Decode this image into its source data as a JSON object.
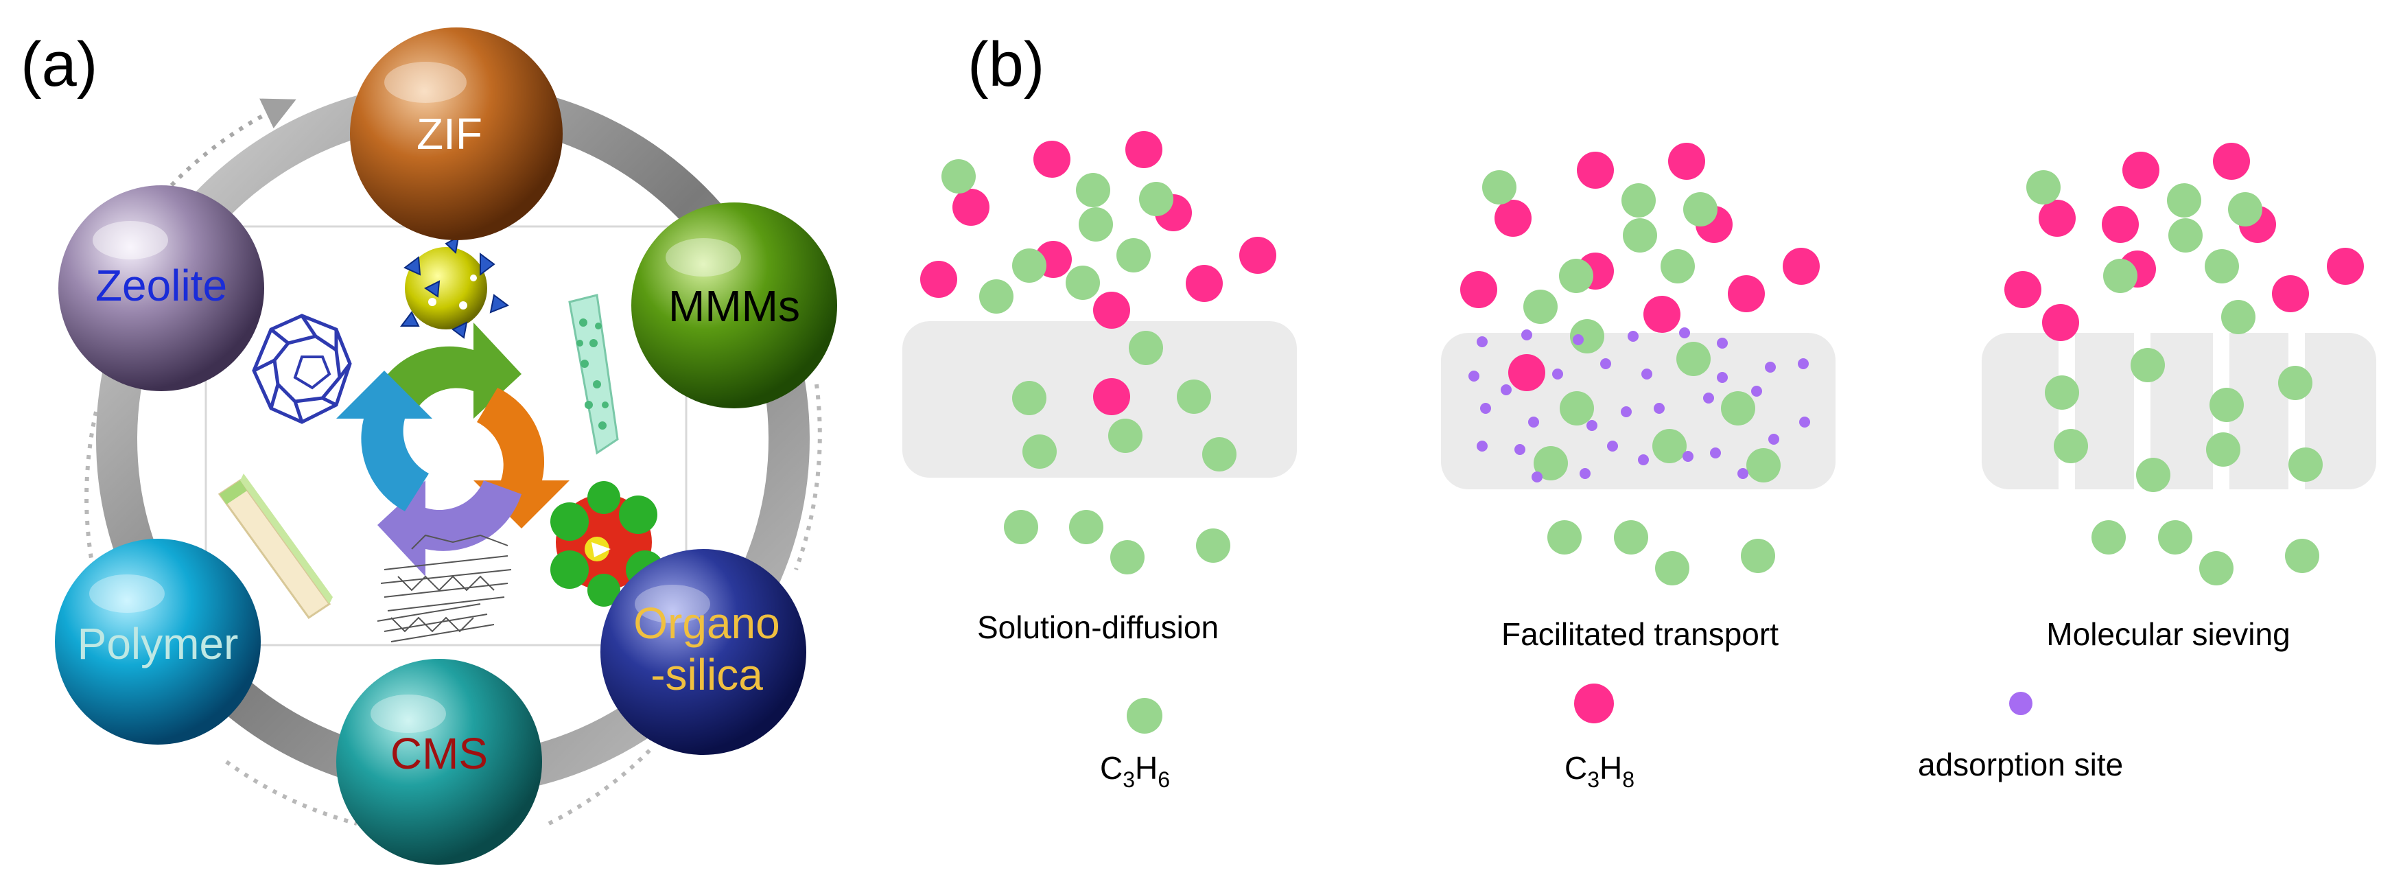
{
  "panel_a": {
    "label": "(a)",
    "spheres": [
      {
        "key": "zif",
        "text": "ZIF",
        "text_color": "#ffffff",
        "color": "#b0601c"
      },
      {
        "key": "mmms",
        "text": "MMMs",
        "text_color": "#000000",
        "color": "#4c8a0a"
      },
      {
        "key": "organosilica",
        "lines": [
          "Organo",
          "-silica"
        ],
        "text_color": "#f0c040",
        "color": "#1e2c82"
      },
      {
        "key": "cms",
        "text": "CMS",
        "text_color": "#a01010",
        "color": "#1c8e8e"
      },
      {
        "key": "polymer",
        "text": "Polymer",
        "text_color": "#bfe8e4",
        "color": "#0ea0c8"
      },
      {
        "key": "zeolite",
        "text": "Zeolite",
        "text_color": "#1a2cd8",
        "color": "#8c7aa0"
      }
    ]
  },
  "panel_b": {
    "label": "(b)",
    "mechanisms": [
      {
        "key": "solution-diffusion",
        "caption": "Solution-diffusion"
      },
      {
        "key": "facilitated-transport",
        "caption": "Facilitated transport"
      },
      {
        "key": "molecular-sieving",
        "caption": "Molecular sieving"
      }
    ],
    "legend": [
      {
        "key": "c3h6",
        "base": "C",
        "s1": "3",
        "mid": "H",
        "s2": "6",
        "color": "#98d68e"
      },
      {
        "key": "c3h8",
        "base": "C",
        "s1": "3",
        "mid": "H",
        "s2": "8",
        "color": "#ff2e8e"
      },
      {
        "key": "adsorption",
        "text": "adsorption site",
        "color": "#a66cf2"
      }
    ]
  },
  "colors": {
    "c3h6": "#98d68e",
    "c3h8": "#ff2e8e",
    "adsorption": "#a66cf2",
    "membrane": "#ebebeb",
    "ring": "#9a9a9a"
  }
}
